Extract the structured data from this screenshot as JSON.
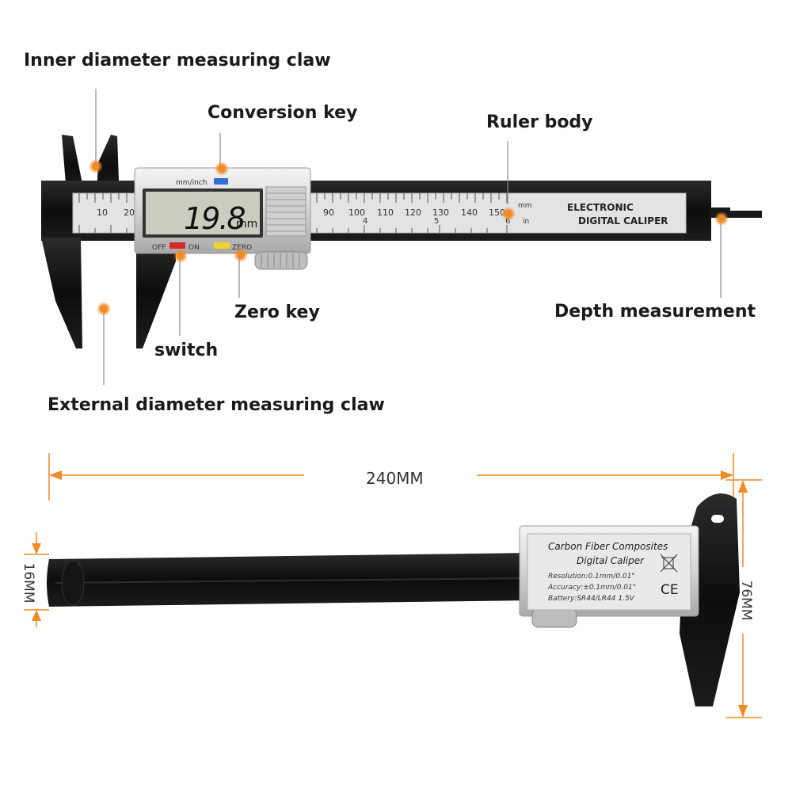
{
  "labels": {
    "inner_claw": "Inner diameter measuring claw",
    "conversion_key": "Conversion key",
    "ruler_body": "Ruler body",
    "zero_key": "Zero key",
    "depth": "Depth measurement",
    "switch": "switch",
    "external_claw": "External diameter measuring claw"
  },
  "caliper": {
    "display_value": "19.8",
    "display_unit": "mm",
    "mode_label": "mm/inch",
    "off_label": "OFF",
    "on_label": "ON",
    "zero_label": "ZERO",
    "brand_line1": "ELECTRONIC",
    "brand_line2": "DIGITAL CALIPER",
    "unit_mm": "mm",
    "unit_in": "in",
    "scale_mm": [
      "10",
      "20",
      "90",
      "100",
      "110",
      "120",
      "130",
      "140",
      "150"
    ],
    "scale_in": [
      "4",
      "5",
      "6"
    ]
  },
  "back": {
    "line1": "Carbon Fiber Composites",
    "line2": "Digital Caliper",
    "resolution": "Resolution:0.1mm/0.01\"",
    "accuracy": "Accuracy:±0.1mm/0.01\"",
    "battery": "Battery:SR44/LR44 1.5V",
    "ce": "CE"
  },
  "dimensions": {
    "length": "240MM",
    "thickness": "16MM",
    "height": "76MM"
  },
  "colors": {
    "accent": "#f08a24",
    "body": "#111111",
    "silver": "#d9d9d9",
    "lcd": "#c9ccbf",
    "blue_key": "#2f6fd6",
    "red_key": "#d62828",
    "yellow_key": "#f2d22e"
  }
}
